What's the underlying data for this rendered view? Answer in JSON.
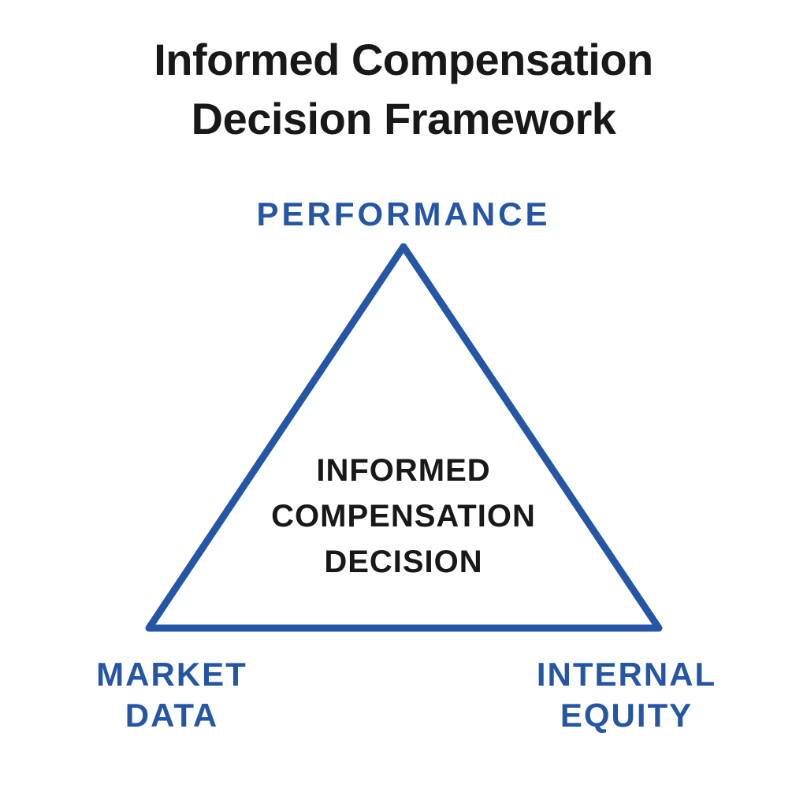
{
  "colors": {
    "accent_blue": "#2556A6",
    "text_black": "#181818",
    "background": "#FFFFFF"
  },
  "title": {
    "line1": "Informed Compensation",
    "line2": "Decision Framework"
  },
  "diagram": {
    "type": "triangle-framework",
    "apex_label": "PERFORMANCE",
    "bottom_left_label": {
      "line1": "MARKET",
      "line2": "DATA"
    },
    "bottom_right_label": {
      "line1": "INTERNAL",
      "line2": "EQUITY"
    },
    "center_label": {
      "line1": "INFORMED",
      "line2": "COMPENSATION",
      "line3": "DECISION"
    }
  }
}
